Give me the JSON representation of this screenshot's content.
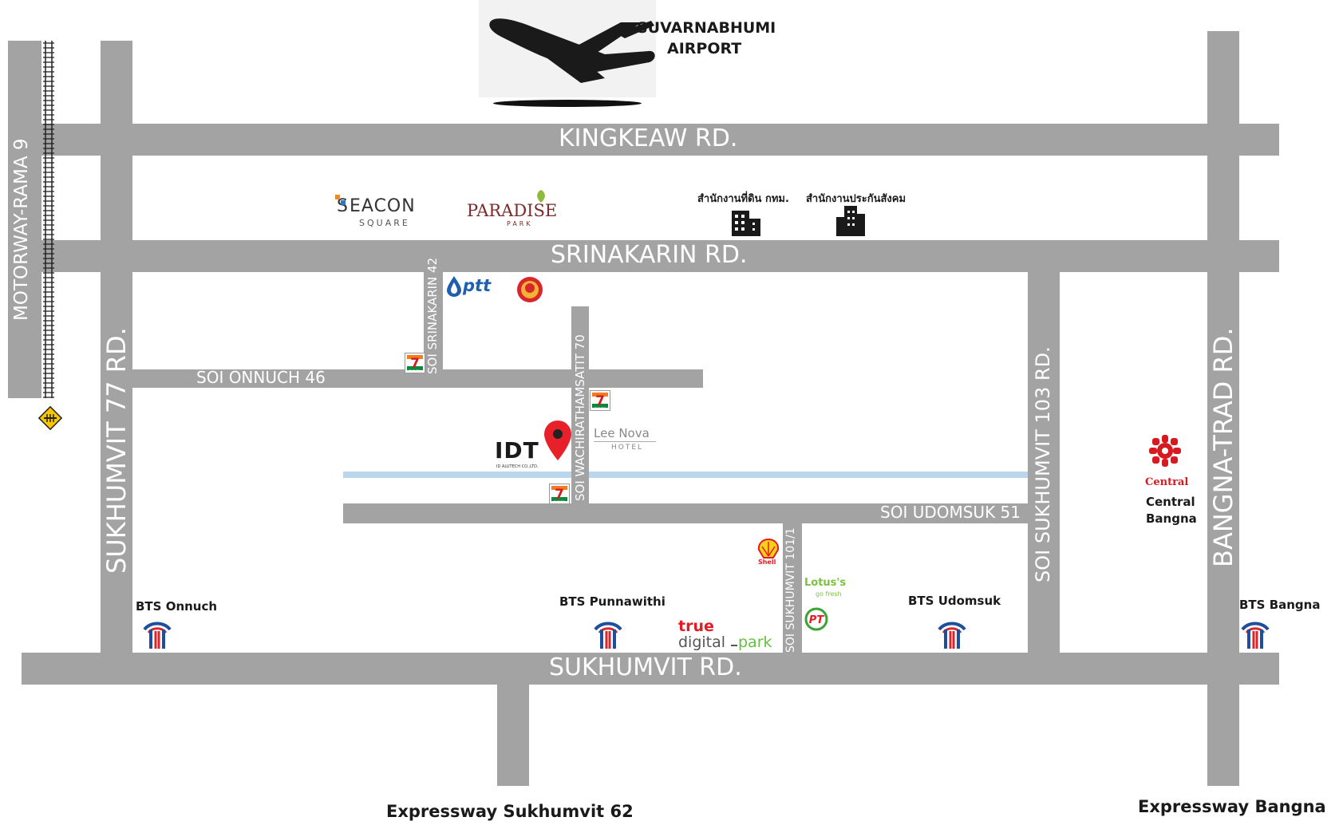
{
  "airport": {
    "line1": "SUVARNABHUMI",
    "line2": "AIRPORT"
  },
  "roads": {
    "kingkeaw": "KINGKEAW RD.",
    "srinakarin": "SRINAKARIN RD.",
    "sukhumvit": "SUKHUMVIT RD.",
    "motorway": "MOTORWAY-RAMA 9",
    "sukhumvit77": "SUKHUMVIT 77 RD.",
    "bangna_trad": "BANGNA-TRAD RD.",
    "soi_sukhumvit_103": "SOI SUKHUMVIT 103 RD.",
    "soi_onnuch_46": "SOI ONNUCH 46",
    "soi_srinakarin_42": "SOI SRINAKARIN 42",
    "soi_wachirathamsatit_70": "SOI WACHIRATHAMSATIT 70",
    "soi_udomsuk_51": "SOI UDOMSUK 51",
    "soi_sukhumvit_101_1": "SOI SUKHUMVIT 101/1"
  },
  "landmarks": {
    "seacon_1": "S",
    "seacon_2": "EACON",
    "seacon_sub": "SQUARE",
    "paradise": "PARADISE",
    "paradise_sub": "PARK",
    "land_office": "สำนักงานที่ดิน กทม.",
    "social_security": "สำนักงานประกันสังคม",
    "idt": "IDT",
    "idt_sub": "ID ALUTECH CO.,LTD.",
    "leenova": "Lee Nova",
    "leenova_sub": "HOTEL",
    "central_logo": "Central",
    "central_name_1": "Central",
    "central_name_2": "Bangna",
    "ptt": "ptt",
    "shell": "Shell",
    "lotus_1": "Lotus's",
    "lotus_2": "go fresh",
    "true_1": "true",
    "true_2": "digital",
    "true_3": "park",
    "seven_eleven_num": "7",
    "seven_eleven_text": "ELEVEN"
  },
  "bts": {
    "onnuch": "BTS Onnuch",
    "punnawithi": "BTS Punnawithi",
    "udomsuk": "BTS Udomsuk",
    "bangna": "BTS Bangna"
  },
  "expressways": {
    "sukhumvit62": "Expressway Sukhumvit 62",
    "bangna": "Expressway Bangna"
  },
  "colors": {
    "road": "#a3a3a3",
    "canal": "#b9d6ee",
    "pin": "#e8202a",
    "seven_green": "#0a8a3a",
    "seven_orange": "#f47b20",
    "bts_blue": "#1d4f9c",
    "bts_red": "#d8262d",
    "central_red": "#d71920"
  }
}
